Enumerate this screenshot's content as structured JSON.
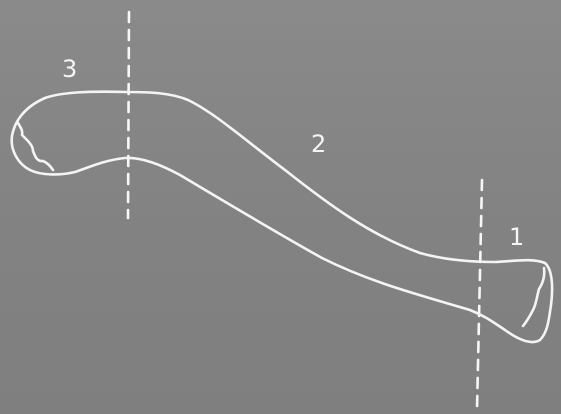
{
  "diagram": {
    "labels": {
      "region_1": "1",
      "region_2": "2",
      "region_3": "3"
    },
    "colors": {
      "background": "#858585",
      "line": "#f4f4f4"
    }
  }
}
